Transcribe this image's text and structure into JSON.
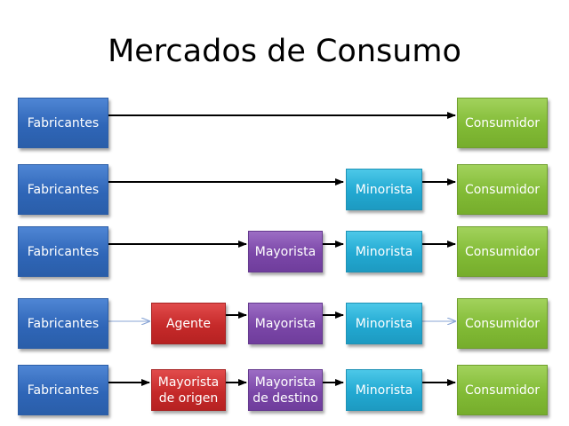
{
  "title": "Mercados de Consumo",
  "labels": {
    "fabricantes": "Fabricantes",
    "consumidor": "Consumidor",
    "minorista": "Minorista",
    "mayorista": "Mayorista",
    "agente": "Agente",
    "mayorista_origen": "Mayorista\nde origen",
    "mayorista_destino": "Mayorista\nde destino"
  },
  "colors": {
    "fabricantes": "#2f66b8",
    "consumidor": "#82bb36",
    "minorista": "#22a9d2",
    "mayorista": "#7b47a8",
    "agente": "#c62a2a",
    "arrow": "#000000",
    "arrow_light": "#8aa6d6"
  }
}
